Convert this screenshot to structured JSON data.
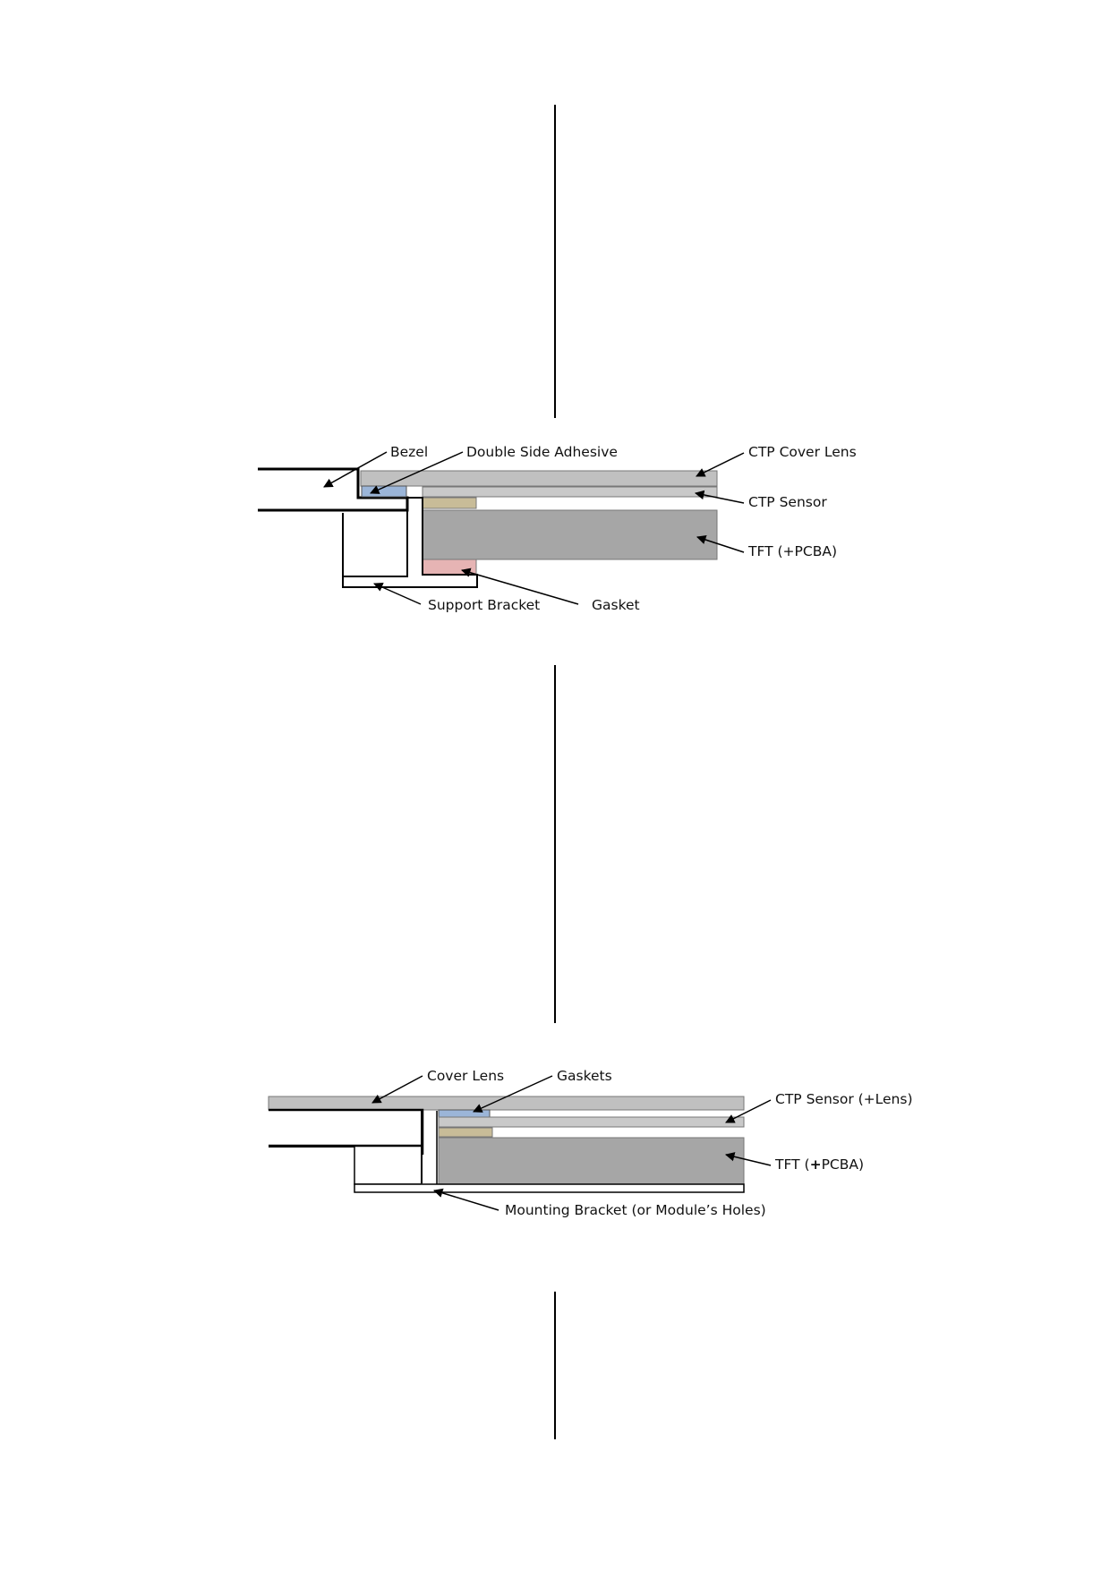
{
  "diagrams": {
    "bezel_mount": {
      "labels": {
        "bezel": "Bezel",
        "double_side_adhesive": "Double Side Adhesive",
        "ctp_cover_lens": "CTP Cover Lens",
        "ctp_sensor": "CTP Sensor",
        "tft_pcba": "TFT (+PCBA)",
        "support_bracket": "Support Bracket",
        "gasket": "Gasket"
      }
    },
    "rear_mount": {
      "labels": {
        "cover_lens": "Cover Lens",
        "gaskets": "Gaskets",
        "ctp_sensor_lens": "CTP Sensor (+Lens)",
        "tft_prefix": "TFT (",
        "tft_plus": "+",
        "tft_suffix": "PCBA)",
        "mounting_bracket": "Mounting Bracket (or Module’s Holes)"
      }
    }
  },
  "colors": {
    "cover_lens": "#c0c0c0",
    "ctp_sensor": "#c9c9c9",
    "tft": "#a6a6a6",
    "adhesive": "#9bb5d8",
    "spacer": "#c8bc98",
    "gasket": "#e6b4b4",
    "outline": "#000000"
  }
}
